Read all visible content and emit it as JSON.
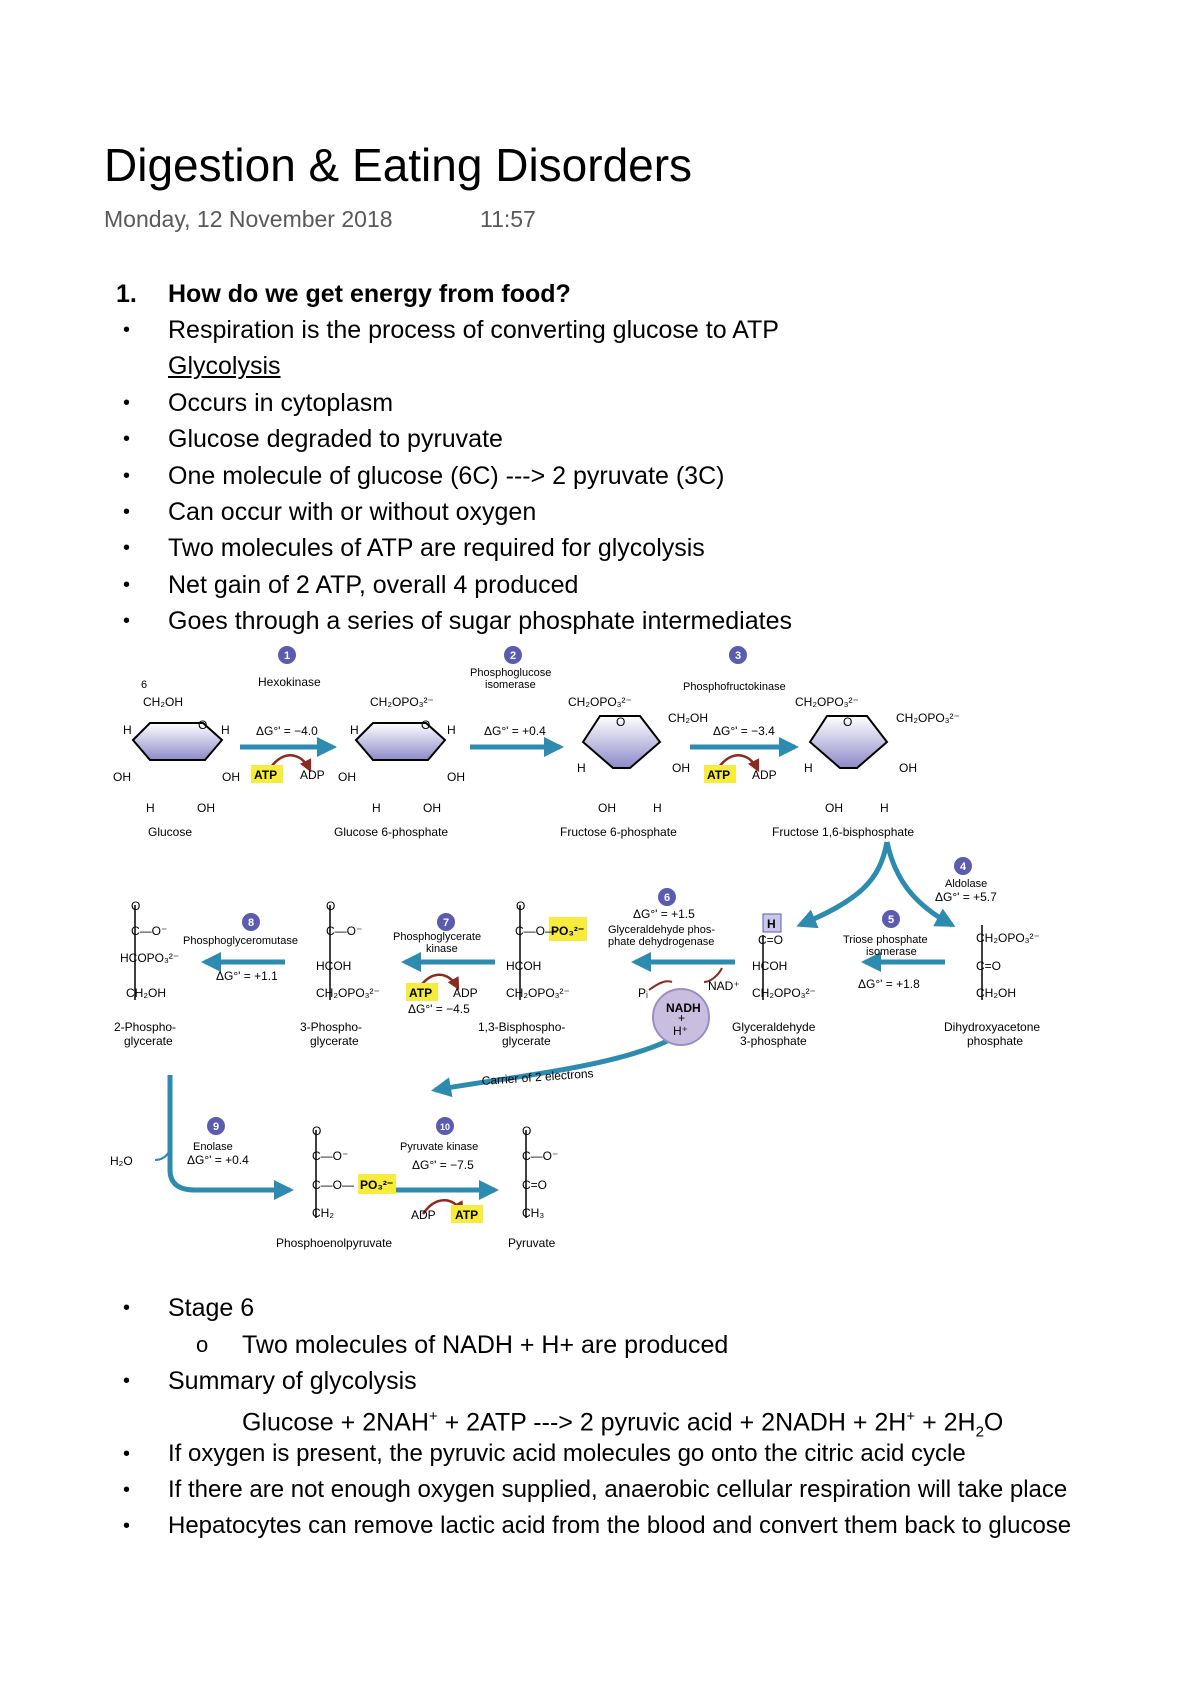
{
  "title": "Digestion & Eating Disorders",
  "meta": {
    "date": "Monday, 12 November 2018",
    "time": "11:57"
  },
  "top": {
    "q_num": "1.",
    "q_text": "How do we get energy from food?",
    "respiration": "Respiration is the process of converting glucose to ATP",
    "glycolysis_heading": "Glycolysis",
    "bullets": [
      "Occurs in cytoplasm",
      "Glucose degraded to pyruvate",
      "One molecule of glucose (6C) ---> 2 pyruvate (3C)",
      "Can occur with or without oxygen",
      "Two molecules of ATP are required for glycolysis",
      "Net gain of 2 ATP, overall 4 produced",
      "Goes through a series of sugar phosphate intermediates"
    ]
  },
  "diagram": {
    "steps": [
      "1",
      "2",
      "3",
      "4",
      "5",
      "6",
      "7",
      "8",
      "9",
      "10"
    ],
    "enzymes": {
      "hexokinase": "Hexokinase",
      "pgi_1": "Phosphoglucose",
      "pgi_2": "isomerase",
      "pfk": "Phosphofructokinase",
      "aldolase": "Aldolase",
      "tpi_1": "Triose phosphate",
      "tpi_2": "isomerase",
      "g3pdh_1": "Glyceraldehyde phos-",
      "g3pdh_2": "phate dehydrogenase",
      "pgk_1": "Phosphoglycerate",
      "pgk_2": "kinase",
      "pgm": "Phosphoglyceromutase",
      "enolase": "Enolase",
      "pk": "Pyruvate kinase"
    },
    "energies": {
      "s1": "ΔG°' = −4.0",
      "s2": "ΔG°' = +0.4",
      "s3": "ΔG°' = −3.4",
      "s4": "ΔG°' = +5.7",
      "s5": "ΔG°' = +1.8",
      "s6": "ΔG°' = +1.5",
      "s7": "ΔG°' = −4.5",
      "s8": "ΔG°' = +1.1",
      "s9": "ΔG°' = +0.4",
      "s10": "ΔG°' = −7.5"
    },
    "molecules": {
      "glucose": "Glucose",
      "g6p": "Glucose 6-phosphate",
      "f6p": "Fructose 6-phosphate",
      "f16bp": "Fructose 1,6-bisphosphate",
      "dhap_1": "Dihydroxyacetone",
      "dhap_2": "phosphate",
      "gap_1": "Glyceraldehyde",
      "gap_2": "3-phosphate",
      "bpg_1": "1,3-Bisphospho-",
      "bpg_2": "glycerate",
      "pg3_1": "3-Phospho-",
      "pg3_2": "glycerate",
      "pg2_1": "2-Phospho-",
      "pg2_2": "glycerate",
      "pep": "Phosphoenolpyruvate",
      "pyruvate": "Pyruvate"
    },
    "cofactors": {
      "atp": "ATP",
      "adp": "ADP",
      "nadh": "NADH",
      "plus": "+",
      "hplus": "H⁺",
      "nad": "NAD⁺",
      "pi": "Pᵢ",
      "h2o": "H₂O",
      "carrier": "Carrier of 2 electrons"
    },
    "chem": {
      "ch2oh": "CH₂OH",
      "ch2opo3": "CH₂OPO₃²⁻",
      "h": "H",
      "oh": "OH",
      "o": "O",
      "c_o_minus": "C—O⁻",
      "c_eq_o": "C=O",
      "hcoh": "HCOH",
      "hcopo3": "HCOPO₃²⁻",
      "c_o_po3": "C—O—",
      "po3": "PO₃²⁻",
      "ch2": "CH₂",
      "ch3": "CH₃"
    }
  },
  "bottom": {
    "stage6": "Stage 6",
    "stage6_sub": "Two molecules of NADH + H+ are produced",
    "summary": "Summary of glycolysis",
    "equation": {
      "a": "Glucose + 2NAH",
      "sup1": "+",
      "b": " + 2ATP ---> 2 pyruvic acid + 2NADH + 2H",
      "sup2": "+",
      "c": " + 2H",
      "sub": "2",
      "d": "O"
    },
    "bullets": [
      "If oxygen is present, the pyruvic acid molecules go onto the citric acid cycle",
      "If there are not enough oxygen supplied, anaerobic cellular respiration will take place",
      "Hepatocytes can remove lactic acid from the blood and convert them back to glucose"
    ]
  }
}
